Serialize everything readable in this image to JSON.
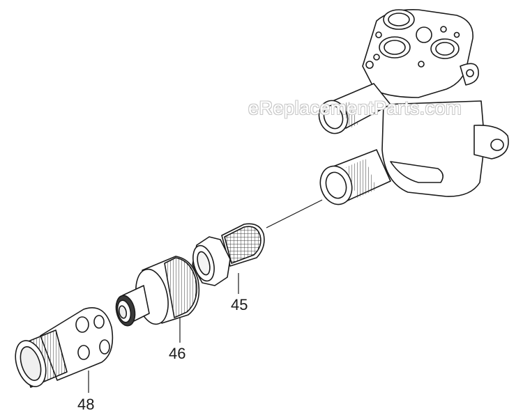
{
  "diagram": {
    "labels": {
      "filter": "45",
      "coupling": "46",
      "nut": "48"
    },
    "watermark": "eReplacementParts.com",
    "colors": {
      "line": "#1a1a1a",
      "fill": "#ffffff",
      "shade": "#bdbdbd",
      "watermark_outline": "#c8c8c8"
    }
  }
}
